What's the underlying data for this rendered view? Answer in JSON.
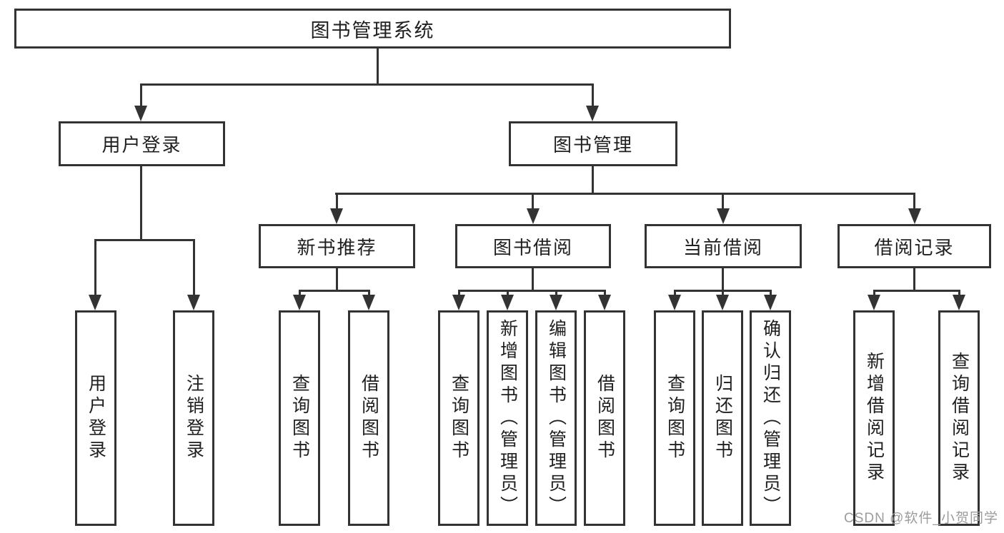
{
  "root": {
    "label": "图书管理系统"
  },
  "branches": [
    {
      "label": "用户登录",
      "children": [
        {
          "label": "用户登录"
        },
        {
          "label": "注销登录"
        }
      ]
    },
    {
      "label": "图书管理",
      "modules": [
        {
          "label": "新书推荐",
          "children": [
            {
              "label": "查询图书"
            },
            {
              "label": "借阅图书"
            }
          ]
        },
        {
          "label": "图书借阅",
          "children": [
            {
              "label": "查询图书"
            },
            {
              "label": "新增图书（管理员）"
            },
            {
              "label": "编辑图书（管理员）"
            },
            {
              "label": "借阅图书"
            }
          ]
        },
        {
          "label": "当前借阅",
          "children": [
            {
              "label": "查询图书"
            },
            {
              "label": "归还图书"
            },
            {
              "label": "确认归还（管理员）"
            }
          ]
        },
        {
          "label": "借阅记录",
          "children": [
            {
              "label": "新增借阅记录"
            },
            {
              "label": "查询借阅记录"
            }
          ]
        }
      ]
    }
  ],
  "watermark": {
    "text": "CSDN @软件_小贺同学"
  },
  "colors": {
    "line": "#333333",
    "text": "#1f1f1f",
    "background": "#ffffff",
    "watermark": "#9c9c9c"
  }
}
